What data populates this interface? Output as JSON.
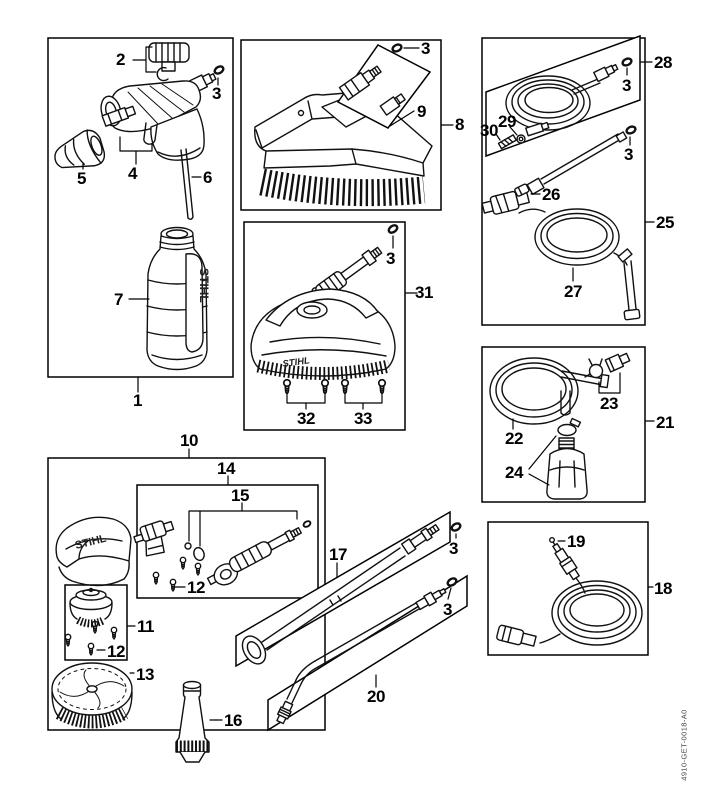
{
  "page": {
    "background": "#ffffff",
    "line_color": "#111111"
  },
  "drawing_number": "4910-GET-0018-A0",
  "brand": "STIHL",
  "callouts": {
    "p1": "1",
    "p2": "2",
    "p3": "3",
    "p4": "4",
    "p5": "5",
    "p6": "6",
    "p7": "7",
    "p8": "8",
    "p9": "9",
    "p10": "10",
    "p11": "11",
    "p12": "12",
    "p13": "13",
    "p14": "14",
    "p15": "15",
    "p16": "16",
    "p17": "17",
    "p18": "18",
    "p19": "19",
    "p20": "20",
    "p21": "21",
    "p22": "22",
    "p23": "23",
    "p24": "24",
    "p25": "25",
    "p26": "26",
    "p27": "27",
    "p28": "28",
    "p29": "29",
    "p30": "30",
    "p31": "31",
    "p32": "32",
    "p33": "33"
  }
}
